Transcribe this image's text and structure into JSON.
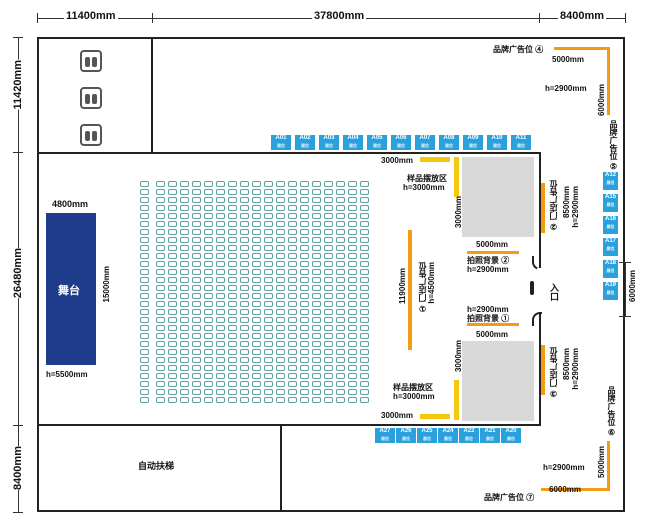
{
  "top_dims": {
    "left": "11400mm",
    "mid": "37800mm",
    "right": "8400mm"
  },
  "left_dims": {
    "top": "11420mm",
    "mid": "26480mm",
    "bottom": "8400mm"
  },
  "stage": {
    "label": "舞台",
    "width": "4800mm",
    "depth": "15000mm",
    "height": "h=5500mm"
  },
  "escalator": "自动扶梯",
  "entrance": "入口",
  "booths_top": [
    "A01",
    "A02",
    "A03",
    "A04",
    "A05",
    "A06",
    "A07",
    "A08",
    "A09",
    "A10",
    "A11"
  ],
  "booths_bottom": [
    "A27",
    "A26",
    "A25",
    "A24",
    "A22",
    "A21",
    "A20"
  ],
  "booths_right": [
    "A12",
    "A15",
    "A16",
    "A17",
    "A18",
    "A19"
  ],
  "booth_sub": "展位",
  "sample_area_top": {
    "label": "样品摆放区",
    "h": "h=3000mm",
    "len": "3000mm",
    "side": "3000mm"
  },
  "sample_area_bottom": {
    "label": "样品摆放区",
    "h": "h=3000mm",
    "len": "3000mm",
    "side": "3000mm"
  },
  "backdrop2": {
    "label": "拍照背景 ②",
    "h": "h=2900mm",
    "len": "5000mm"
  },
  "backdrop1": {
    "label": "拍照背景 ①",
    "h": "h=2900mm",
    "len": "5000mm"
  },
  "center_board": {
    "label": "① 门店广告位",
    "size": "11900mm",
    "h": "h=4500mm"
  },
  "right_board_top": {
    "label": "② 门店广告位",
    "size": "8500mm",
    "h": "h=2900mm"
  },
  "right_board_bottom": {
    "label": "③ 门店广告位",
    "size": "8500mm",
    "h": "h=2900mm"
  },
  "brand4": {
    "label": "品牌广告位 ④",
    "len": "5000mm",
    "h": "h=2900mm",
    "side": "6000mm"
  },
  "brand5": {
    "label": "品牌广告位 ⑤"
  },
  "brand6": {
    "label": "品牌广告位 ⑥"
  },
  "brand7": {
    "label": "品牌广告位 ⑦",
    "len": "6000mm",
    "h": "h=2900mm",
    "side": "5000mm"
  },
  "right_dim": "6000mm",
  "colors": {
    "stage": "#1f3c8c",
    "booth": "#2aa0dc",
    "yellow": "#f5c80e",
    "orange": "#f39c12",
    "gray": "#d9d9d9"
  }
}
